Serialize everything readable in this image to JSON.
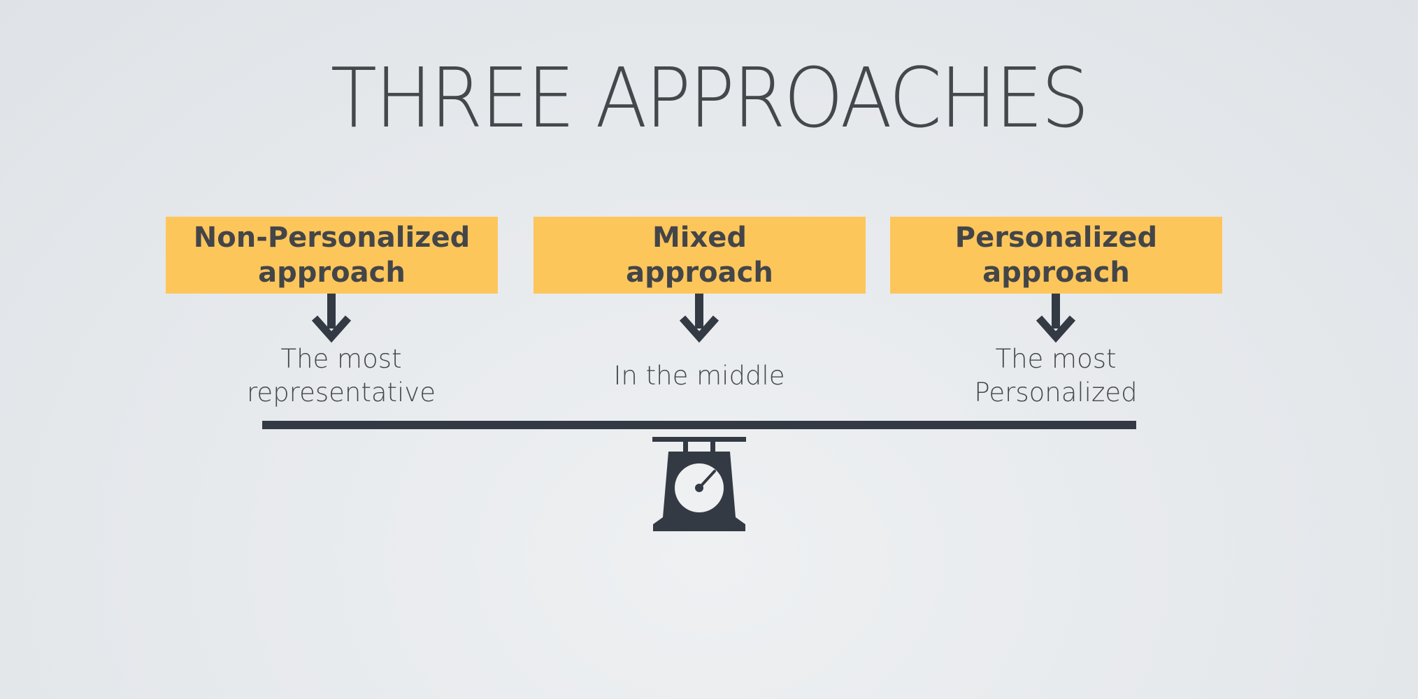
{
  "slide": {
    "title": "THREE APPROACHES"
  },
  "approaches": [
    {
      "label": "Non-Personalized\napproach",
      "description": "The most\nrepresentative"
    },
    {
      "label": "Mixed\napproach",
      "description": "In the middle"
    },
    {
      "label": "Personalized\napproach",
      "description": "The most\nPersonalized"
    }
  ],
  "icons": {
    "arrow": "arrow-down-icon",
    "scale": "weighing-scale-icon"
  },
  "colors": {
    "box_fill": "#fdc65b",
    "box_text": "#434548",
    "dark": "#343a44",
    "background": "#e6e9ec"
  }
}
